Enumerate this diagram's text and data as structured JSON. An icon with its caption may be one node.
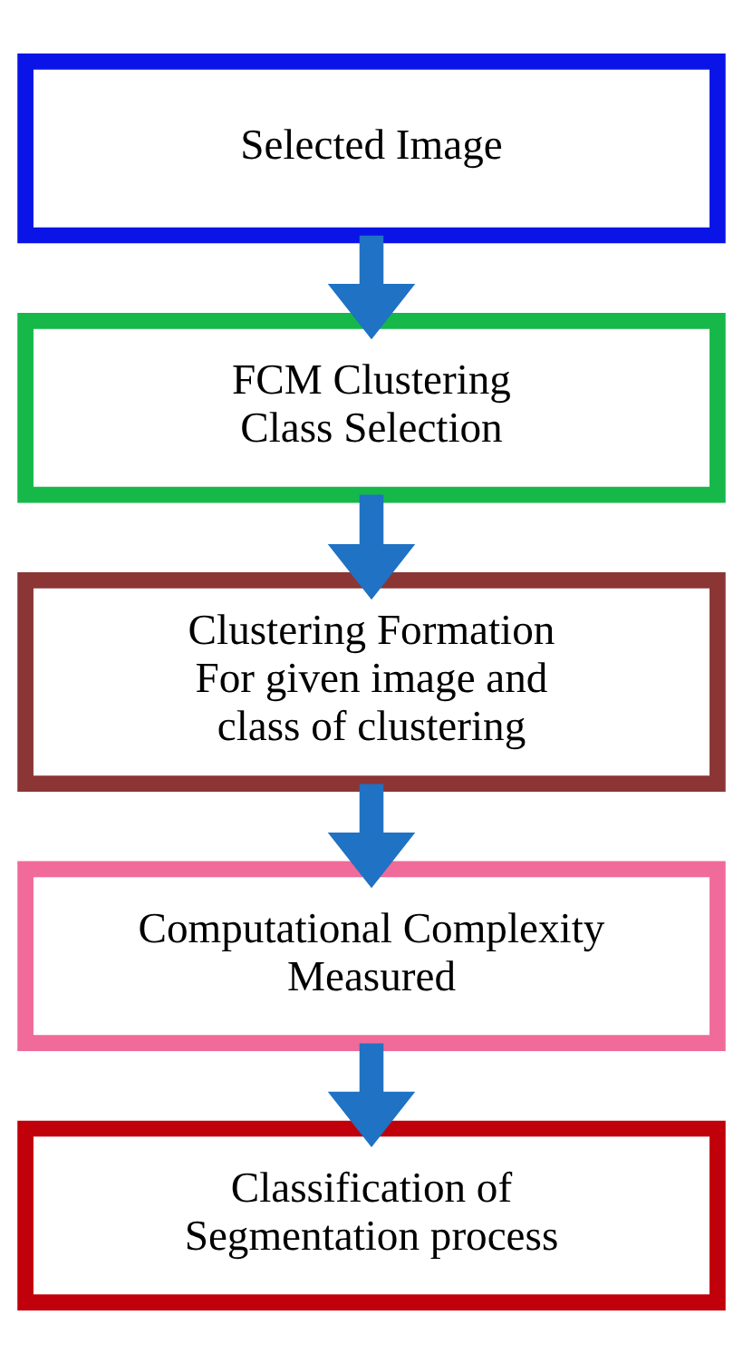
{
  "diagram": {
    "nodes": [
      {
        "text": [
          "Selected Image"
        ]
      },
      {
        "text": [
          "FCM Clustering Class Selection"
        ]
      },
      {
        "text": [
          "Clustering Formation",
          "For given image and class of clustering"
        ]
      },
      {
        "text": [
          "Computational Complexity Measured"
        ]
      },
      {
        "text": [
          "Classification of Segmentation process"
        ]
      }
    ],
    "edges": [
      {
        "from": 0,
        "to": 1,
        "arrow": "to"
      },
      {
        "from": 1,
        "to": 2,
        "arrow": "to"
      },
      {
        "from": 2,
        "to": 3,
        "arrow": "to"
      },
      {
        "from": 3,
        "to": 4,
        "arrow": "to"
      }
    ]
  }
}
